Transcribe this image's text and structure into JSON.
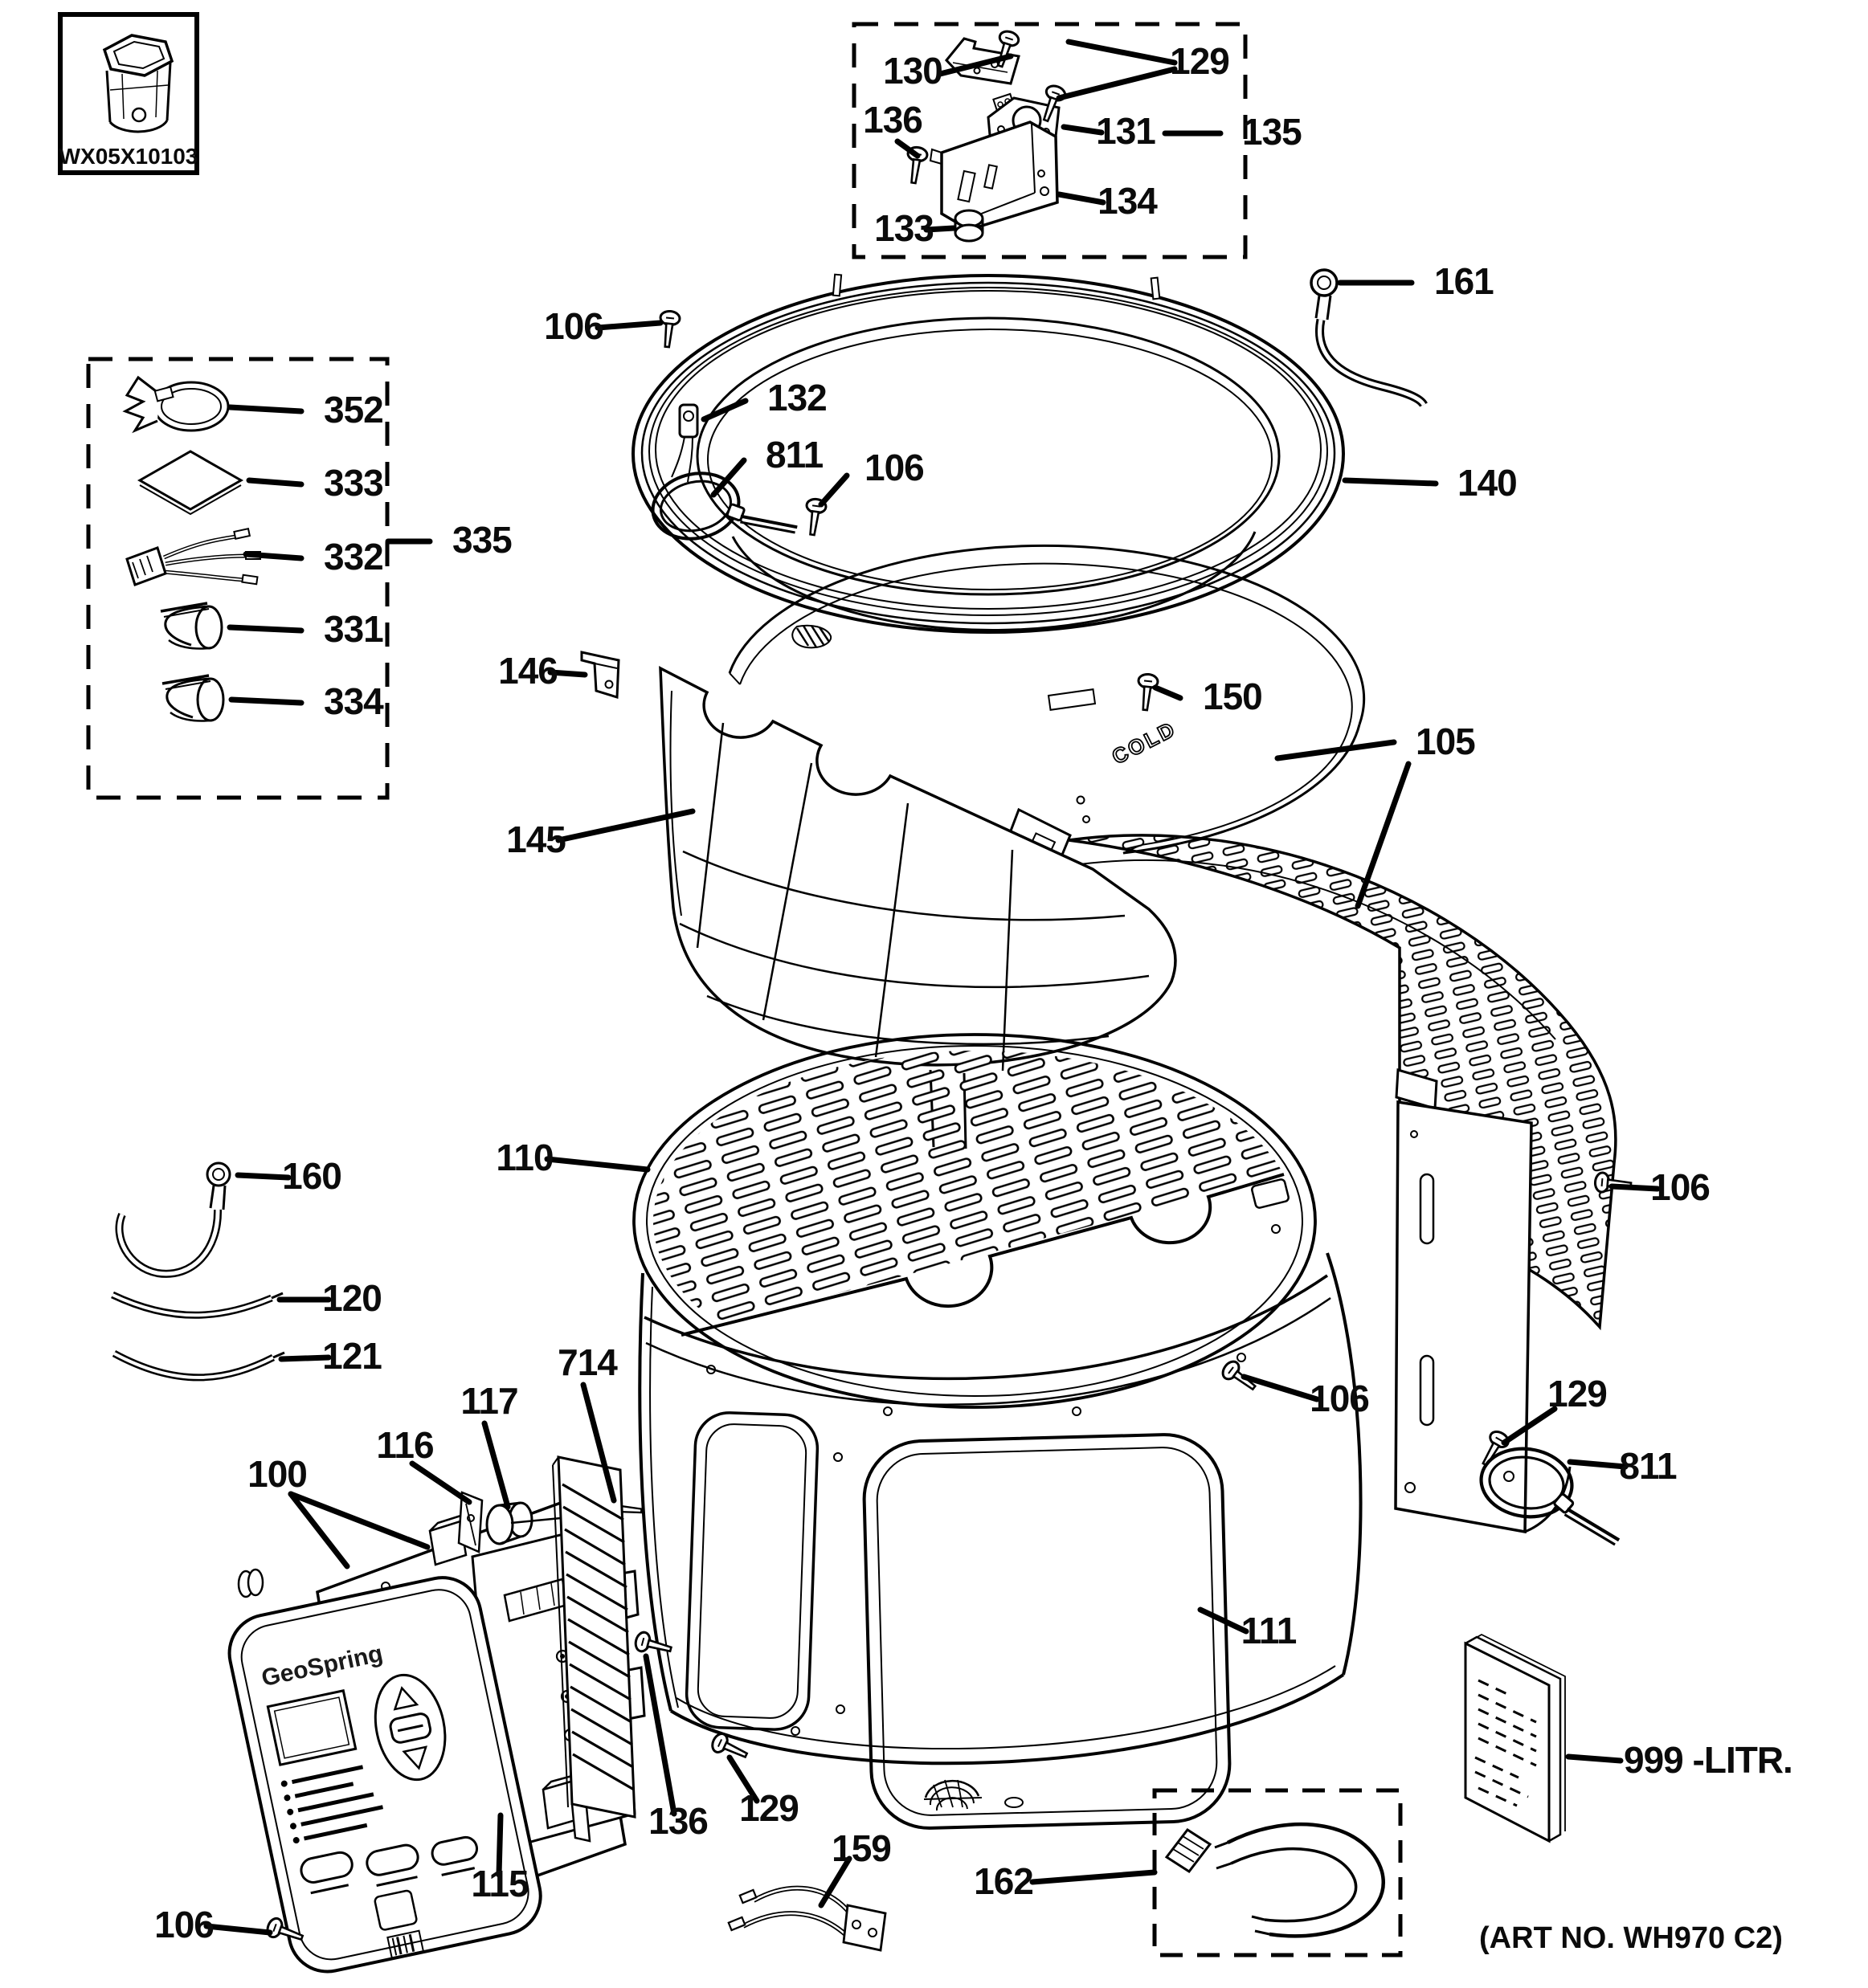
{
  "figure": {
    "socket_label": "WX05X10103",
    "brand": "GeoSpring",
    "deck_marking": "COLD",
    "art_no": "(ART NO. WH970 C2)"
  },
  "callouts": [
    {
      "label": "130"
    },
    {
      "label": "129"
    },
    {
      "label": "136"
    },
    {
      "label": "131"
    },
    {
      "label": "135"
    },
    {
      "label": "134"
    },
    {
      "label": "133"
    },
    {
      "label": "106"
    },
    {
      "label": "132"
    },
    {
      "label": "811"
    },
    {
      "label": "106"
    },
    {
      "label": "161"
    },
    {
      "label": "140"
    },
    {
      "label": "146"
    },
    {
      "label": "150"
    },
    {
      "label": "105"
    },
    {
      "label": "145"
    },
    {
      "label": "352"
    },
    {
      "label": "333"
    },
    {
      "label": "332"
    },
    {
      "label": "331"
    },
    {
      "label": "334"
    },
    {
      "label": "335"
    },
    {
      "label": "110"
    },
    {
      "label": "106"
    },
    {
      "label": "160"
    },
    {
      "label": "120"
    },
    {
      "label": "121"
    },
    {
      "label": "117"
    },
    {
      "label": "714"
    },
    {
      "label": "116"
    },
    {
      "label": "100"
    },
    {
      "label": "106"
    },
    {
      "label": "129"
    },
    {
      "label": "811"
    },
    {
      "label": "111"
    },
    {
      "label": "999 -LITR."
    },
    {
      "label": "115"
    },
    {
      "label": "136"
    },
    {
      "label": "129"
    },
    {
      "label": "159"
    },
    {
      "label": "162"
    },
    {
      "label": "106"
    }
  ]
}
